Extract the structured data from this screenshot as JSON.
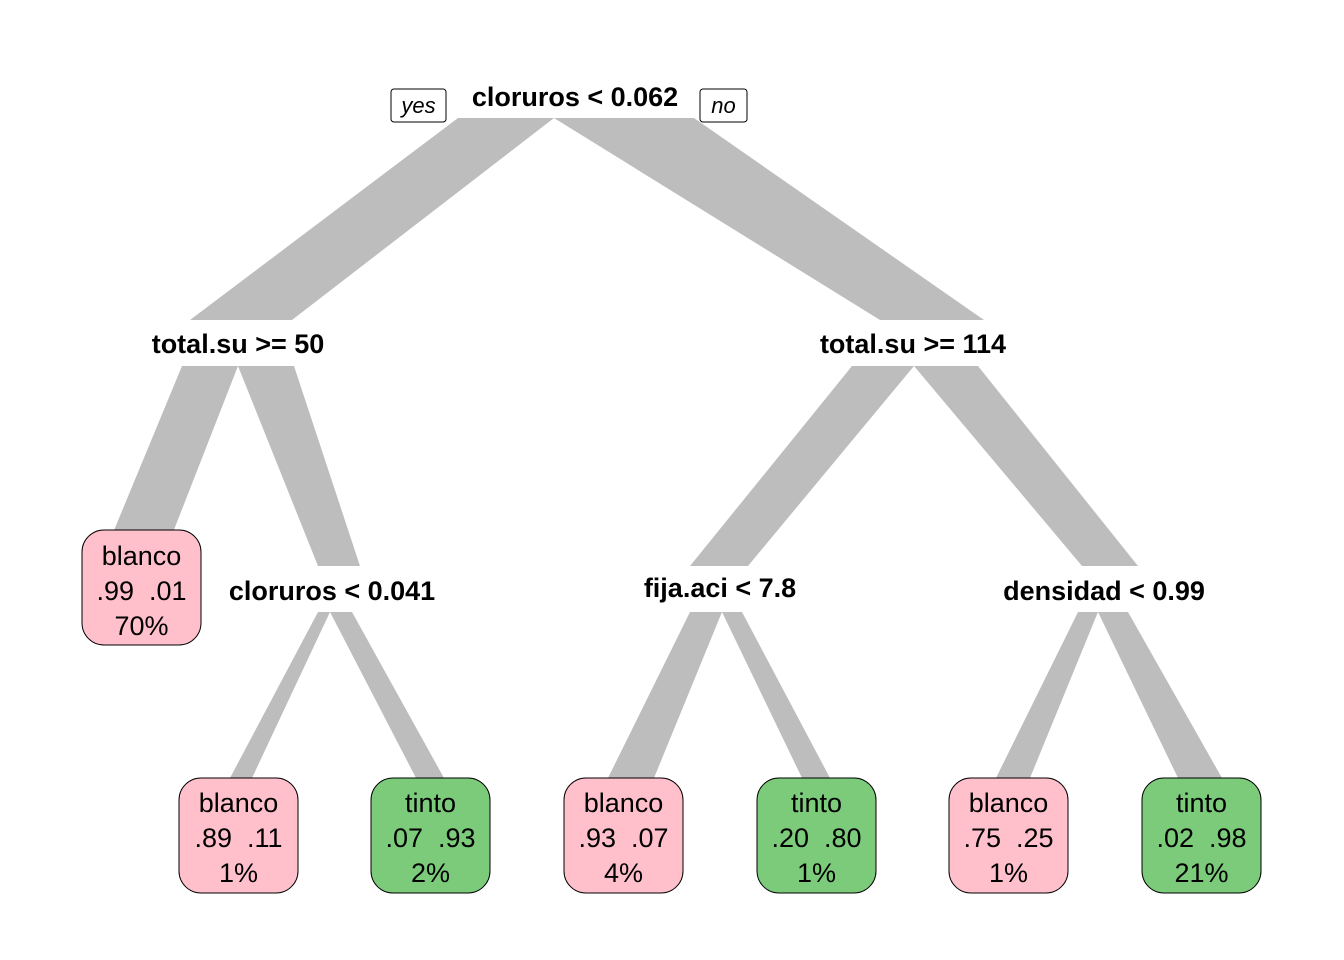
{
  "colors": {
    "branch": "#bdbdbd",
    "blanco": "#ffc0cb",
    "tinto": "#7bcb7b"
  },
  "edge_labels": {
    "yes": "yes",
    "no": "no"
  },
  "splits": [
    {
      "id": "root",
      "label": "cloruros < 0.062"
    },
    {
      "id": "left",
      "label": "total.su >= 50"
    },
    {
      "id": "right",
      "label": "total.su >= 114"
    },
    {
      "id": "left_right",
      "label": "cloruros < 0.041"
    },
    {
      "id": "right_left",
      "label": "fija.aci < 7.8"
    },
    {
      "id": "right_right",
      "label": "densidad < 0.99"
    }
  ],
  "leaves": [
    {
      "id": "leaf1",
      "class": "blanco",
      "probs": ".99  .01",
      "pct": "70%"
    },
    {
      "id": "leaf2",
      "class": "blanco",
      "probs": ".89  .11",
      "pct": "1%"
    },
    {
      "id": "leaf3",
      "class": "tinto",
      "probs": ".07  .93",
      "pct": "2%"
    },
    {
      "id": "leaf4",
      "class": "blanco",
      "probs": ".93  .07",
      "pct": "4%"
    },
    {
      "id": "leaf5",
      "class": "tinto",
      "probs": ".20  .80",
      "pct": "1%"
    },
    {
      "id": "leaf6",
      "class": "blanco",
      "probs": ".75  .25",
      "pct": "1%"
    },
    {
      "id": "leaf7",
      "class": "tinto",
      "probs": ".02  .98",
      "pct": "21%"
    }
  ]
}
